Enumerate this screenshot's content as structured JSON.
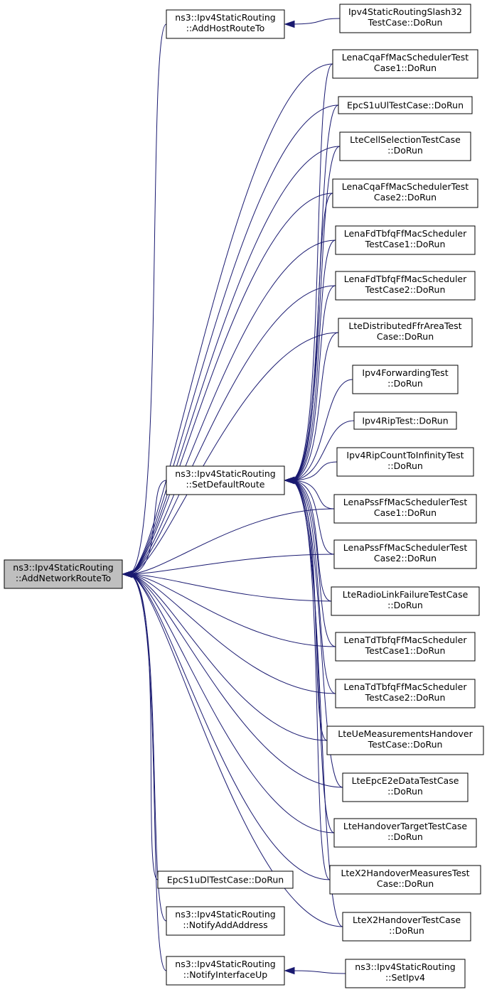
{
  "graph": {
    "nodes": [
      {
        "id": "addnet",
        "lines": [
          "ns3::Ipv4StaticRouting",
          "::AddNetworkRouteTo"
        ],
        "root": true
      },
      {
        "id": "addhost",
        "lines": [
          "ns3::Ipv4StaticRouting",
          "::AddHostRouteTo"
        ]
      },
      {
        "id": "setdef",
        "lines": [
          "ns3::Ipv4StaticRouting",
          "::SetDefaultRoute"
        ]
      },
      {
        "id": "epcdl",
        "lines": [
          "EpcS1uDlTestCase::DoRun"
        ]
      },
      {
        "id": "notifyaddr",
        "lines": [
          "ns3::Ipv4StaticRouting",
          "::NotifyAddAddress"
        ]
      },
      {
        "id": "notifyup",
        "lines": [
          "ns3::Ipv4StaticRouting",
          "::NotifyInterfaceUp"
        ]
      },
      {
        "id": "slash32",
        "lines": [
          "Ipv4StaticRoutingSlash32",
          "TestCase::DoRun"
        ]
      },
      {
        "id": "cqa1",
        "lines": [
          "LenaCqaFfMacSchedulerTest",
          "Case1::DoRun"
        ]
      },
      {
        "id": "epcul",
        "lines": [
          "EpcS1uUlTestCase::DoRun"
        ]
      },
      {
        "id": "cellsel",
        "lines": [
          "LteCellSelectionTestCase",
          "::DoRun"
        ]
      },
      {
        "id": "cqa2",
        "lines": [
          "LenaCqaFfMacSchedulerTest",
          "Case2::DoRun"
        ]
      },
      {
        "id": "fdtbfq1",
        "lines": [
          "LenaFdTbfqFfMacScheduler",
          "TestCase1::DoRun"
        ]
      },
      {
        "id": "fdtbfq2",
        "lines": [
          "LenaFdTbfqFfMacScheduler",
          "TestCase2::DoRun"
        ]
      },
      {
        "id": "distffr",
        "lines": [
          "LteDistributedFfrAreaTest",
          "Case::DoRun"
        ]
      },
      {
        "id": "fwd",
        "lines": [
          "Ipv4ForwardingTest",
          "::DoRun"
        ]
      },
      {
        "id": "rip",
        "lines": [
          "Ipv4RipTest::DoRun"
        ]
      },
      {
        "id": "ripcount",
        "lines": [
          "Ipv4RipCountToInfinityTest",
          "::DoRun"
        ]
      },
      {
        "id": "pss1",
        "lines": [
          "LenaPssFfMacSchedulerTest",
          "Case1::DoRun"
        ]
      },
      {
        "id": "pss2",
        "lines": [
          "LenaPssFfMacSchedulerTest",
          "Case2::DoRun"
        ]
      },
      {
        "id": "rlf",
        "lines": [
          "LteRadioLinkFailureTestCase",
          "::DoRun"
        ]
      },
      {
        "id": "tdtbfq1",
        "lines": [
          "LenaTdTbfqFfMacScheduler",
          "TestCase1::DoRun"
        ]
      },
      {
        "id": "tdtbfq2",
        "lines": [
          "LenaTdTbfqFfMacScheduler",
          "TestCase2::DoRun"
        ]
      },
      {
        "id": "uemeas",
        "lines": [
          "LteUeMeasurementsHandover",
          "TestCase::DoRun"
        ]
      },
      {
        "id": "e2e",
        "lines": [
          "LteEpcE2eDataTestCase",
          "::DoRun"
        ]
      },
      {
        "id": "hotarget",
        "lines": [
          "LteHandoverTargetTestCase",
          "::DoRun"
        ]
      },
      {
        "id": "x2meas",
        "lines": [
          "LteX2HandoverMeasuresTest",
          "Case::DoRun"
        ]
      },
      {
        "id": "x2ho",
        "lines": [
          "LteX2HandoverTestCase",
          "::DoRun"
        ]
      },
      {
        "id": "setipv4",
        "lines": [
          "ns3::Ipv4StaticRouting",
          "::SetIpv4"
        ]
      }
    ],
    "edges": [
      [
        "addhost",
        "addnet"
      ],
      [
        "setdef",
        "addnet"
      ],
      [
        "epcdl",
        "addnet"
      ],
      [
        "notifyaddr",
        "addnet"
      ],
      [
        "notifyup",
        "addnet"
      ],
      [
        "slash32",
        "addhost"
      ],
      [
        "setipv4",
        "notifyup"
      ],
      [
        "cqa1",
        "addnet"
      ],
      [
        "epcul",
        "addnet"
      ],
      [
        "cellsel",
        "addnet"
      ],
      [
        "cqa2",
        "addnet"
      ],
      [
        "fdtbfq1",
        "addnet"
      ],
      [
        "fdtbfq2",
        "addnet"
      ],
      [
        "distffr",
        "addnet"
      ],
      [
        "pss1",
        "addnet"
      ],
      [
        "pss2",
        "addnet"
      ],
      [
        "rlf",
        "addnet"
      ],
      [
        "tdtbfq1",
        "addnet"
      ],
      [
        "tdtbfq2",
        "addnet"
      ],
      [
        "uemeas",
        "addnet"
      ],
      [
        "e2e",
        "addnet"
      ],
      [
        "hotarget",
        "addnet"
      ],
      [
        "x2meas",
        "addnet"
      ],
      [
        "x2ho",
        "addnet"
      ],
      [
        "cqa1",
        "setdef"
      ],
      [
        "epcul",
        "setdef"
      ],
      [
        "cellsel",
        "setdef"
      ],
      [
        "cqa2",
        "setdef"
      ],
      [
        "fdtbfq1",
        "setdef"
      ],
      [
        "fdtbfq2",
        "setdef"
      ],
      [
        "distffr",
        "setdef"
      ],
      [
        "fwd",
        "setdef"
      ],
      [
        "rip",
        "setdef"
      ],
      [
        "ripcount",
        "setdef"
      ],
      [
        "pss1",
        "setdef"
      ],
      [
        "pss2",
        "setdef"
      ],
      [
        "rlf",
        "setdef"
      ],
      [
        "tdtbfq1",
        "setdef"
      ],
      [
        "tdtbfq2",
        "setdef"
      ],
      [
        "uemeas",
        "setdef"
      ],
      [
        "e2e",
        "setdef"
      ],
      [
        "hotarget",
        "setdef"
      ],
      [
        "x2meas",
        "setdef"
      ],
      [
        "x2ho",
        "setdef"
      ]
    ]
  },
  "colors": {
    "edge": "#191970",
    "root_fill": "#bfbfbf",
    "node_fill": "#ffffff",
    "border": "#000000"
  }
}
